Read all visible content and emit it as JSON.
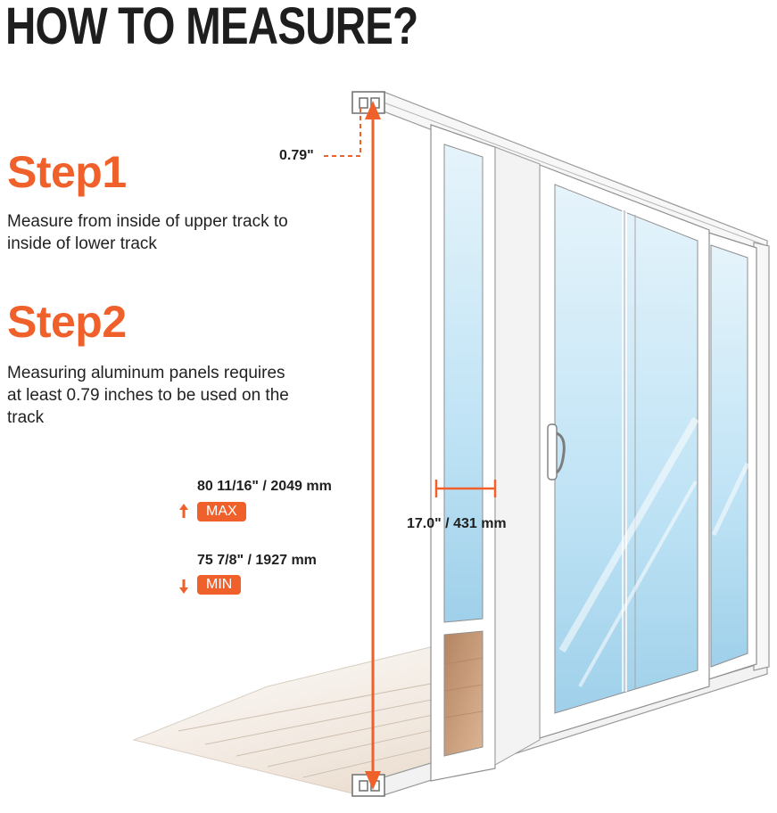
{
  "title": "HOW TO MEASURE?",
  "step1": {
    "heading": "Step1",
    "text": "Measure from inside of upper track to inside of lower track"
  },
  "step2": {
    "heading": "Step2",
    "text": "Measuring aluminum panels requires at least 0.79 inches to be used on the track"
  },
  "dimensions": {
    "track_inset": "0.79\"",
    "width": "17.0\" / 431 mm",
    "max_height": "80 11/16\" / 2049 mm",
    "max_label": "MAX",
    "min_height": "75 7/8\" / 1927 mm",
    "min_label": "MIN"
  },
  "icons": {
    "max": "arrow-up-icon",
    "min": "arrow-down-icon"
  },
  "colors": {
    "accent": "#f0602a",
    "glass": "#bfe3f5",
    "frame": "#ffffff",
    "pet_flap": "#c99a76",
    "floor": "#e9dccd"
  }
}
